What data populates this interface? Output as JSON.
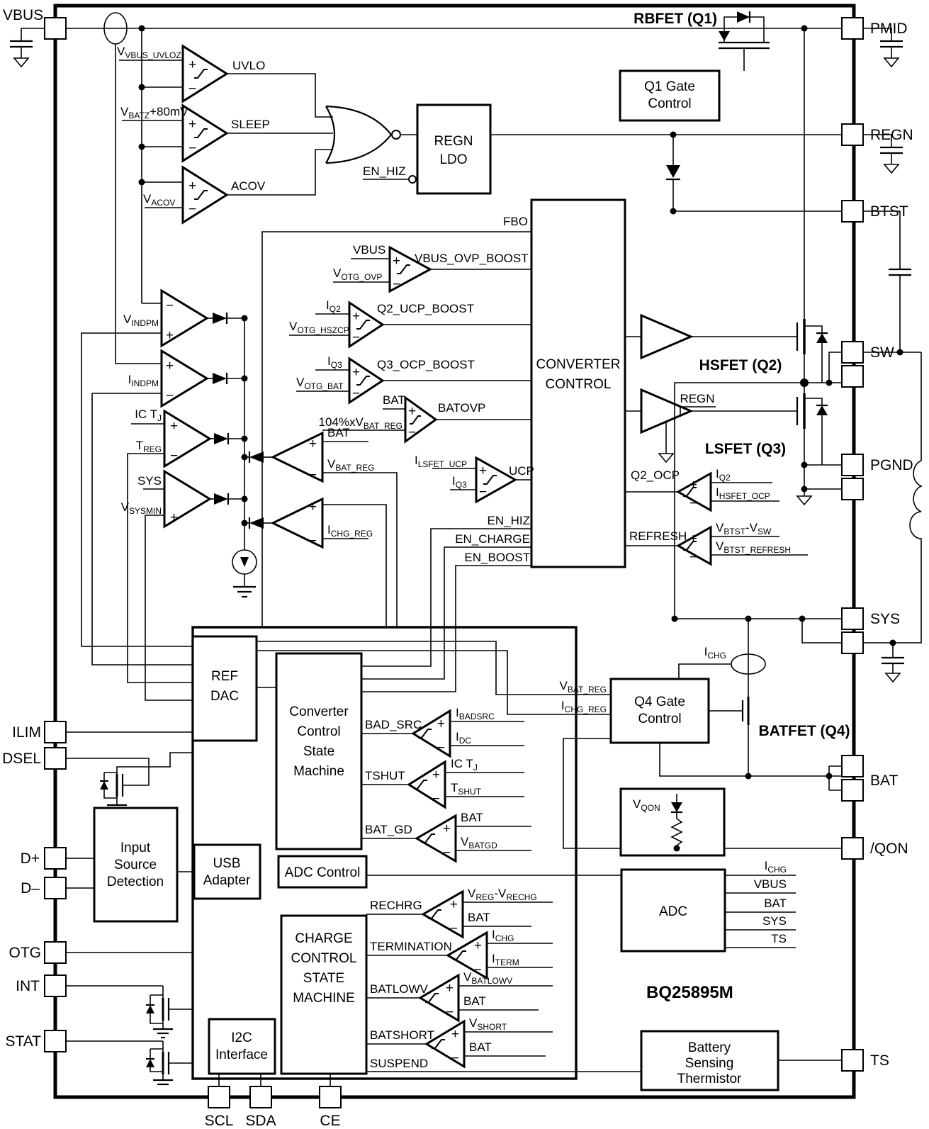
{
  "part": {
    "name": "BQ25895M"
  },
  "pins": {
    "vbus": "VBUS",
    "ilim": "ILIM",
    "dsel": "DSEL",
    "dplus": "D+",
    "dminus": "D–",
    "otg": "OTG",
    "int": "INT",
    "stat": "STAT",
    "scl": "SCL",
    "sda": "SDA",
    "ce": "CE",
    "pmid": "PMID",
    "regn": "REGN",
    "btst": "BTST",
    "sw": "SW",
    "pgnd": "PGND",
    "sys": "SYS",
    "bat": "BAT",
    "qon": "/QON",
    "ts": "TS"
  },
  "blocks": {
    "regn_ldo": [
      "REGN",
      "LDO"
    ],
    "q1_gate": [
      "Q1 Gate",
      "Control"
    ],
    "converter_control": [
      "CONVERTER",
      "CONTROL"
    ],
    "ref_dac": [
      "REF",
      "DAC"
    ],
    "converter_sm": [
      "Converter",
      "Control",
      "State",
      "Machine"
    ],
    "adc_control": "ADC Control",
    "charge_sm": [
      "CHARGE",
      "CONTROL",
      "STATE",
      "MACHINE"
    ],
    "usb_adapter": [
      "USB",
      "Adapter"
    ],
    "i2c": [
      "I2C",
      "Interface"
    ],
    "input_source": [
      "Input",
      "Source",
      "Detection"
    ],
    "q4_gate": [
      "Q4 Gate",
      "Control"
    ],
    "adc": "ADC",
    "thermistor": [
      "Battery",
      "Sensing",
      "Thermistor"
    ]
  },
  "fets": {
    "rbfet": "RBFET (Q1)",
    "hsfet": "HSFET (Q2)",
    "lsfet": "LSFET (Q3)",
    "batfet": "BATFET (Q4)"
  },
  "signals": {
    "uvlo": "UVLO",
    "sleep": "SLEEP",
    "acov": "ACOV",
    "fbo": "FBO",
    "en_hiz": "EN_HIZ",
    "en_charge": "EN_CHARGE",
    "en_boost": "EN_BOOST",
    "vbus_ovp_boost": "VBUS_OVP_BOOST",
    "q2_ucp_boost": "Q2_UCP_BOOST",
    "q3_ocp_boost": "Q3_OCP_BOOST",
    "batovp": "BATOVP",
    "ucp": "UCP",
    "q2_ocp": "Q2_OCP",
    "refresh": "REFRESH",
    "regn": "REGN",
    "bad_src": "BAD_SRC",
    "tshut": "TSHUT",
    "bat_gd": "BAT_GD",
    "rechrg": "RECHRG",
    "termination": "TERMINATION",
    "batlowv": "BATLOWV",
    "batshort": "BATSHORT",
    "suspend": "SUSPEND",
    "bat": "BAT",
    "vbus": "VBUS",
    "sys": "SYS",
    "plus": "+",
    "minus": "−"
  },
  "refs": {
    "v_vbus_uvloz": {
      "m": "V",
      "s": "VBUS_UVLOZ"
    },
    "v_batz": {
      "m": "V",
      "s": "BATZ",
      "m2": "+80mV"
    },
    "v_acov": {
      "m": "V",
      "s": "ACOV"
    },
    "v_indpm": {
      "m": "V",
      "s": "INDPM"
    },
    "i_indpm": {
      "m": "I",
      "s": "INDPM"
    },
    "ic_tj": {
      "m": "IC T",
      "s": "J"
    },
    "t_reg": {
      "m": "T",
      "s": "REG"
    },
    "v_sysmin": {
      "m": "V",
      "s": "SYSMIN"
    },
    "v_bat_reg": {
      "m": "V",
      "s": "BAT_REG"
    },
    "i_chg_reg": {
      "m": "I",
      "s": "CHG_REG"
    },
    "v_otg_ovp": {
      "m": "V",
      "s": "OTG_OVP"
    },
    "i_q2": {
      "m": "I",
      "s": "Q2"
    },
    "v_otg_hszcp": {
      "m": "V",
      "s": "OTG_HSZCP"
    },
    "i_q3": {
      "m": "I",
      "s": "Q3"
    },
    "v_otg_bat": {
      "m": "V",
      "s": "OTG_BAT"
    },
    "batovp_ref": {
      "m": "104%xV",
      "s": "BAT_REG"
    },
    "i_lsfet_ucp": {
      "m": "I",
      "s": "LSFET_UCP"
    },
    "i_hsfet_ocp": {
      "m": "I",
      "s": "HSFET_OCP"
    },
    "v_btst_vsw": {
      "m": "V",
      "s": "BTST",
      "m2": "-V",
      "s2": "SW"
    },
    "v_btst_refresh": {
      "m": "V",
      "s": "BTST_REFRESH"
    },
    "i_badsrc": {
      "m": "I",
      "s": "BADSRC"
    },
    "i_dc": {
      "m": "I",
      "s": "DC"
    },
    "t_shut": {
      "m": "T",
      "s": "SHUT"
    },
    "v_batgd": {
      "m": "V",
      "s": "BATGD"
    },
    "v_reg_rechg": {
      "m": "V",
      "s": "REG",
      "m2": "-V",
      "s2": "RECHG"
    },
    "i_chg": {
      "m": "I",
      "s": "CHG"
    },
    "i_term": {
      "m": "I",
      "s": "TERM"
    },
    "v_batlowv": {
      "m": "V",
      "s": "BATLOWV"
    },
    "v_short": {
      "m": "V",
      "s": "SHORT"
    },
    "v_qon": {
      "m": "V",
      "s": "QON"
    }
  }
}
